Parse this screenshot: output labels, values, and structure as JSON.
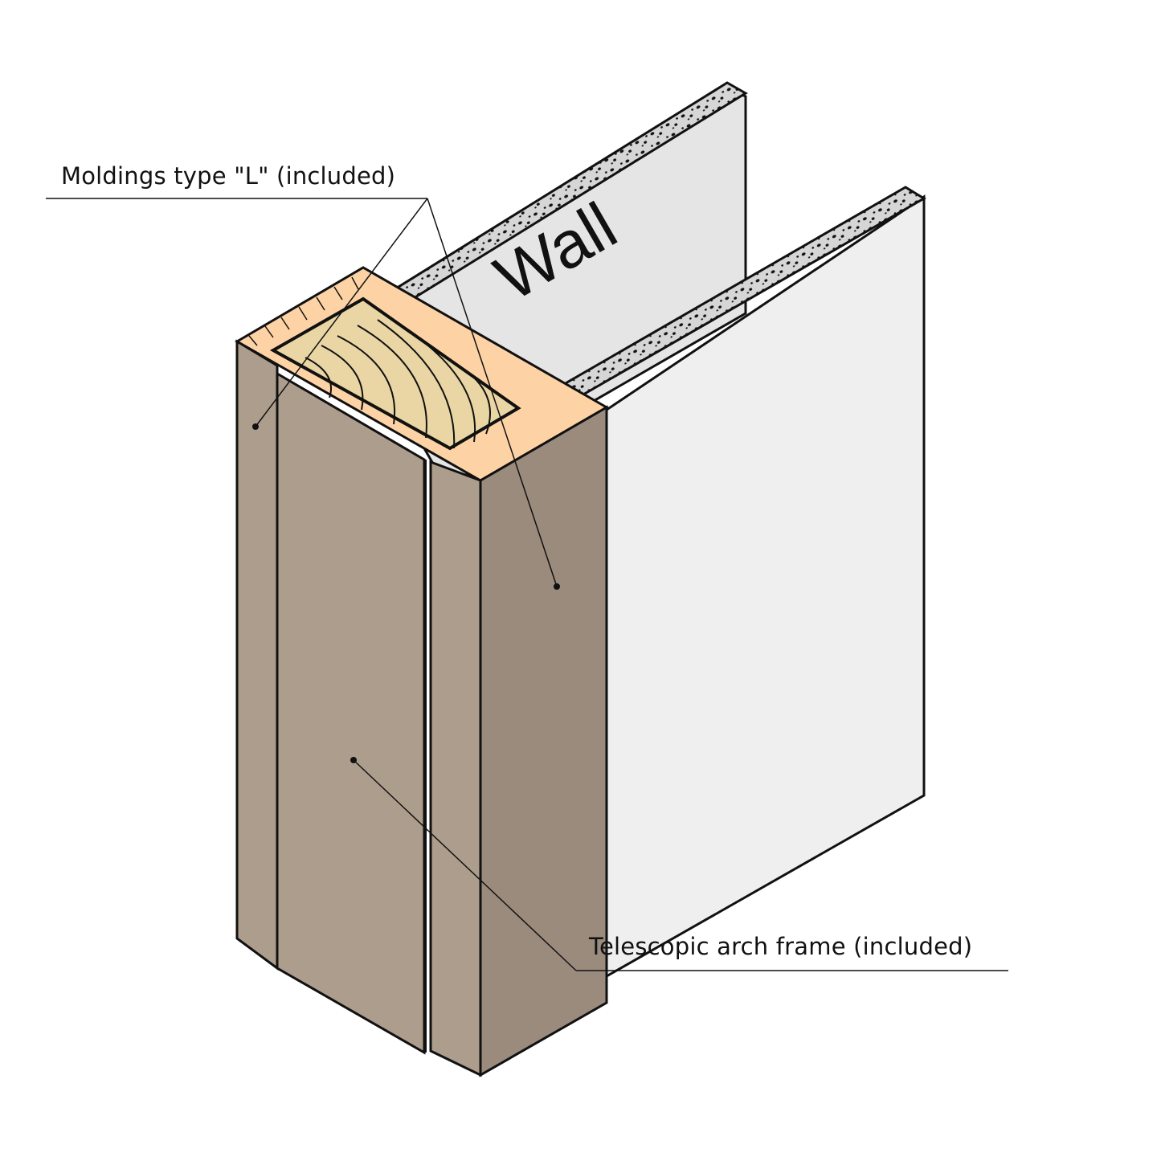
{
  "diagram": {
    "labels": {
      "moldings": "Moldings type \"L\" (included)",
      "frame": "Telescopic arch frame (included)",
      "wall": "Wall"
    },
    "colors": {
      "frame_front": "#ad9d8c",
      "frame_side": "#9a8b7d",
      "wood_end_grain": "#fdd3a5",
      "wood_core": "#ead6a4",
      "wall_face": "#efefef",
      "wall_back_face": "#e5e5e5",
      "gypsum_edge": "#d6d6d6",
      "outline": "#111111"
    }
  }
}
